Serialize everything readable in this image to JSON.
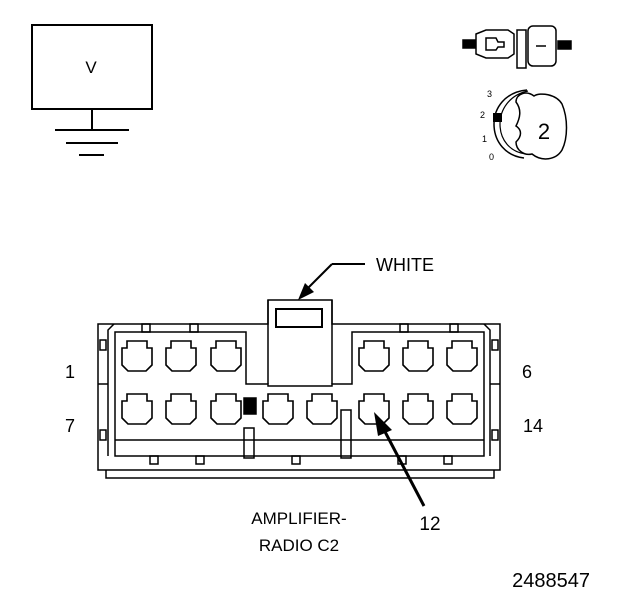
{
  "meter": {
    "label": "V"
  },
  "selector_dial": {
    "positions": [
      "3",
      "2",
      "1",
      "0"
    ],
    "selected": "2"
  },
  "connector": {
    "color_label": "WHITE",
    "name_line1": "AMPLIFIER-",
    "name_line2": "RADIO C2",
    "pin_labels": {
      "top_left": "1",
      "top_right": "6",
      "bottom_left": "7",
      "bottom_right": "14"
    },
    "probed_pin": "12",
    "top_row_cavities": 6,
    "bottom_row_cavities": 8
  },
  "figure_id": "2488547"
}
